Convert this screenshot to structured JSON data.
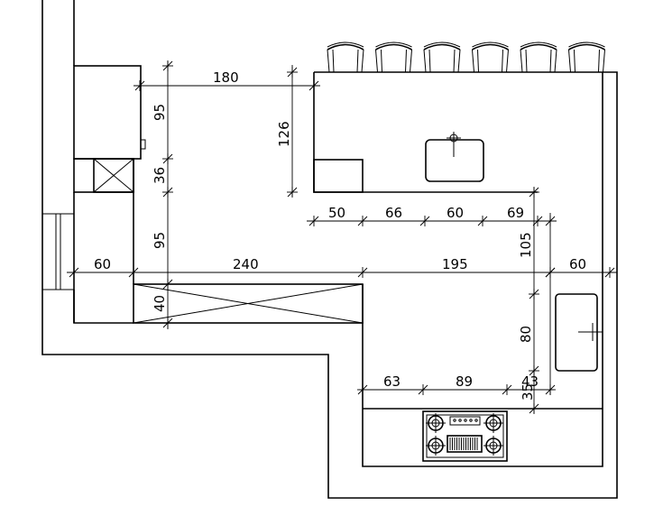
{
  "plan": {
    "dimensions_horizontal": {
      "top_width": "180",
      "island_seg_1": "50",
      "island_seg_2": "66",
      "island_seg_3": "60",
      "island_seg_4": "69",
      "left_depth": "60",
      "middle_run": "240",
      "right_run": "195",
      "right_depth": "60",
      "stove_seg_1": "63",
      "stove_seg_2": "89",
      "stove_seg_3": "43"
    },
    "dimensions_vertical": {
      "fridge_upper": "95",
      "fridge_gap": "36",
      "left_lower": "95",
      "island_depth": "126",
      "right_gap": "105",
      "counter_depth": "40",
      "sink_len": "80",
      "sink_end": "35"
    },
    "stools_count": 6
  }
}
